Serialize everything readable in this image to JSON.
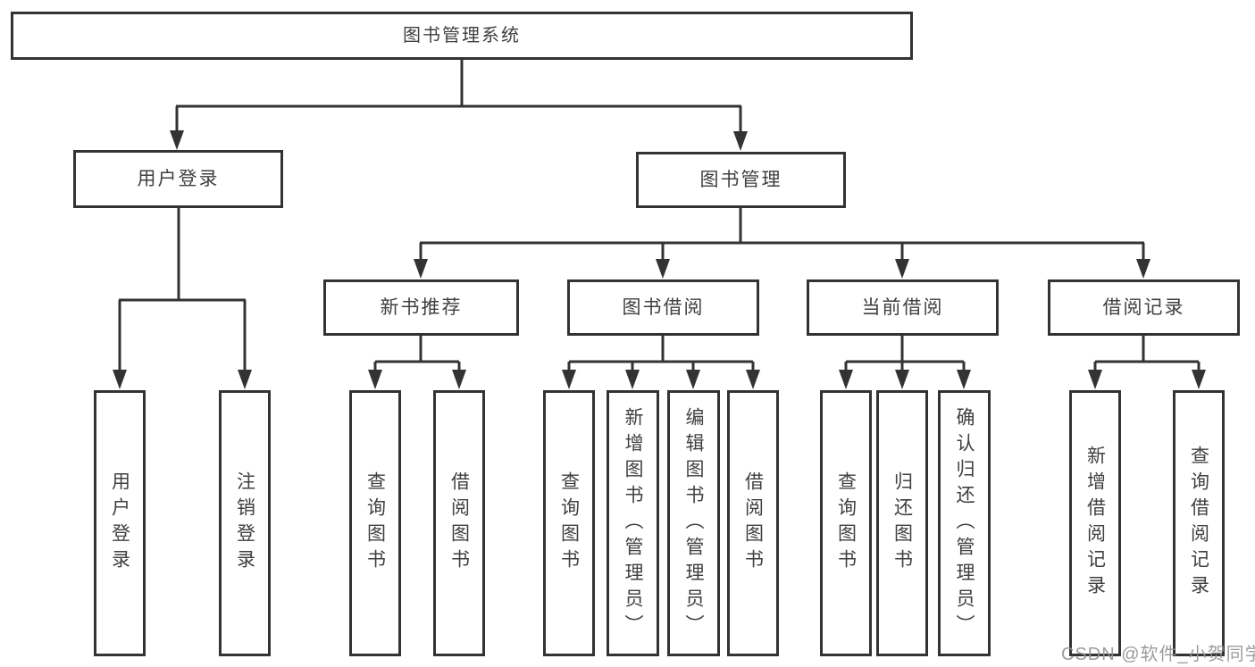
{
  "diagram": {
    "tree": {
      "label": "图书管理系统",
      "children": [
        {
          "label": "用户登录",
          "children": [
            {
              "label": "用户登录"
            },
            {
              "label": "注销登录"
            }
          ]
        },
        {
          "label": "图书管理",
          "children": [
            {
              "label": "新书推荐",
              "children": [
                {
                  "label": "查询图书"
                },
                {
                  "label": "借阅图书"
                }
              ]
            },
            {
              "label": "图书借阅",
              "children": [
                {
                  "label": "查询图书"
                },
                {
                  "label": "新增图书（管理员）"
                },
                {
                  "label": "编辑图书（管理员）"
                },
                {
                  "label": "借阅图书"
                }
              ]
            },
            {
              "label": "当前借阅",
              "children": [
                {
                  "label": "查询图书"
                },
                {
                  "label": "归还图书"
                },
                {
                  "label": "确认归还（管理员）"
                }
              ]
            },
            {
              "label": "借阅记录",
              "children": [
                {
                  "label": "新增借阅记录"
                },
                {
                  "label": "查询借阅记录"
                }
              ]
            }
          ]
        }
      ]
    }
  },
  "watermark": {
    "text": "CSDN @软件_小贺同学"
  },
  "colors": {
    "line": "#333333",
    "box_border": "#333333",
    "box_fill": "#ffffff",
    "text": "#404040",
    "watermark": "#919191",
    "background": "#ffffff"
  }
}
